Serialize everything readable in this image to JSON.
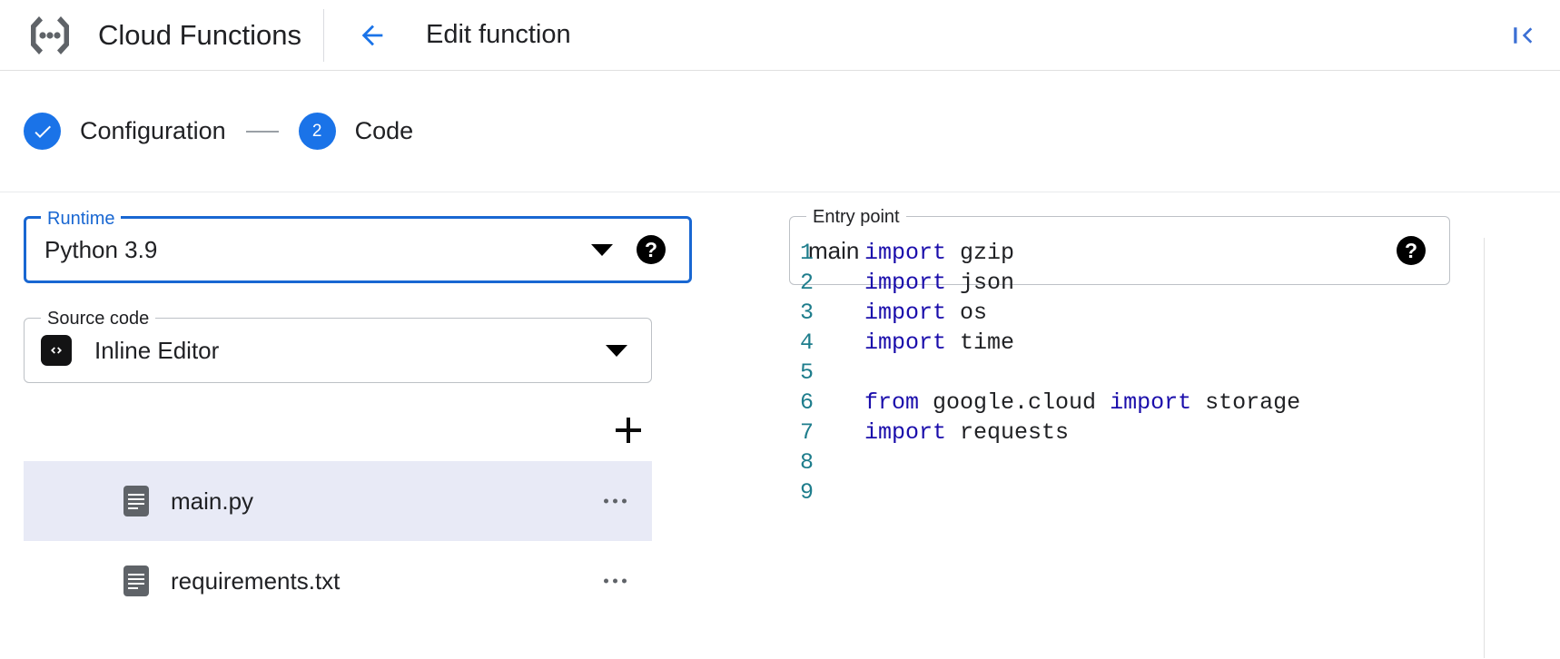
{
  "appbar": {
    "product_logo_icon": "cloud-functions-logo",
    "product_title": "Cloud Functions",
    "back_icon": "arrow-left-icon",
    "page_title": "Edit function",
    "collapse_icon": "collapse-panel-icon"
  },
  "stepper": {
    "steps": [
      {
        "marker": "✓",
        "label": "Configuration",
        "state": "completed"
      },
      {
        "marker": "2",
        "label": "Code",
        "state": "active"
      }
    ],
    "connector": "—",
    "accent_color": "#1a73e8"
  },
  "form": {
    "runtime": {
      "label": "Runtime",
      "value": "Python 3.9",
      "focused": true,
      "dropdown_icon": "chevron-down-icon",
      "help_icon": "help-filled-icon",
      "help_glyph": "?"
    },
    "entry_point": {
      "label": "Entry point",
      "value": "main",
      "placeholder": "main",
      "help_icon": "help-filled-icon",
      "help_glyph": "?"
    },
    "source_code": {
      "label": "Source code",
      "value": "Inline Editor",
      "badge_icon": "code-brackets-icon",
      "badge_glyph": "‹›",
      "dropdown_icon": "chevron-down-icon"
    }
  },
  "files": {
    "add_button_icon": "plus-icon",
    "items": [
      {
        "name": "main.py",
        "icon": "file-document-icon",
        "selected": true,
        "more_icon": "more-horizontal-icon"
      },
      {
        "name": "requirements.txt",
        "icon": "file-document-icon",
        "selected": false,
        "more_icon": "more-horizontal-icon"
      }
    ],
    "selected_bg": "#e8eaf6"
  },
  "editor": {
    "language": "python",
    "line_number_color": "#1e7d8c",
    "keyword_color": "#1a0dab",
    "lines": [
      {
        "n": "1",
        "tokens": [
          {
            "t": "import",
            "c": "kw"
          },
          {
            "t": " gzip",
            "c": "id"
          }
        ]
      },
      {
        "n": "2",
        "tokens": [
          {
            "t": "import",
            "c": "kw"
          },
          {
            "t": " json",
            "c": "id"
          }
        ]
      },
      {
        "n": "3",
        "tokens": [
          {
            "t": "import",
            "c": "kw"
          },
          {
            "t": " os",
            "c": "id"
          }
        ]
      },
      {
        "n": "4",
        "tokens": [
          {
            "t": "import",
            "c": "kw"
          },
          {
            "t": " time",
            "c": "id"
          }
        ]
      },
      {
        "n": "5",
        "tokens": []
      },
      {
        "n": "6",
        "tokens": [
          {
            "t": "from",
            "c": "kw"
          },
          {
            "t": " google.cloud ",
            "c": "id"
          },
          {
            "t": "import",
            "c": "kw"
          },
          {
            "t": " storage",
            "c": "id"
          }
        ]
      },
      {
        "n": "7",
        "tokens": [
          {
            "t": "import",
            "c": "kw"
          },
          {
            "t": " requests",
            "c": "id"
          }
        ]
      },
      {
        "n": "8",
        "tokens": []
      },
      {
        "n": "9",
        "tokens": []
      }
    ]
  }
}
